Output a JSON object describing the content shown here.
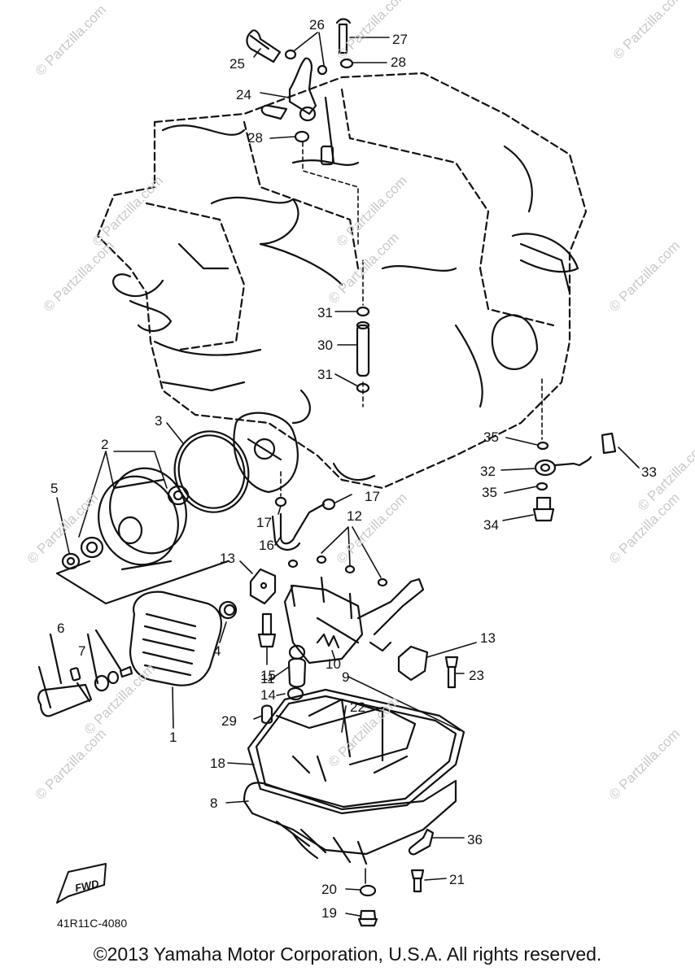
{
  "diagram": {
    "callouts": [
      "1",
      "2",
      "3",
      "4",
      "5",
      "6",
      "7",
      "8",
      "9",
      "10",
      "11",
      "12",
      "13",
      "13",
      "14",
      "15",
      "16",
      "17",
      "17",
      "18",
      "19",
      "20",
      "21",
      "22",
      "23",
      "24",
      "25",
      "26",
      "27",
      "28",
      "28",
      "29",
      "30",
      "31",
      "31",
      "32",
      "33",
      "34",
      "35",
      "35",
      "36"
    ],
    "fwd_label": "FWD",
    "drawing_code": "41R11C-4080",
    "watermark": "© Partzilla.com",
    "copyright": "©2013 Yamaha Motor Corporation, U.S.A. All rights reserved."
  },
  "colors": {
    "ink": "#111111",
    "watermark": "#c9c9c9",
    "background": "#ffffff"
  }
}
